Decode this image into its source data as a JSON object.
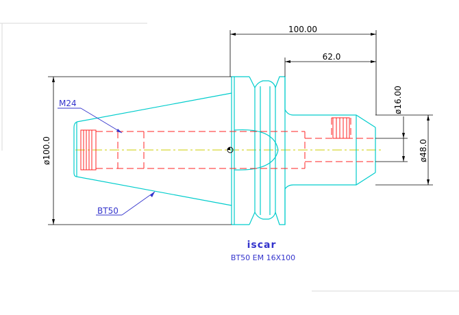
{
  "dimensions": {
    "overall_length": "100.00",
    "shank_length": "62.0",
    "bore_diameter": "ø16.00",
    "shank_diameter": "ø48.0",
    "flange_diameter": "ø100.0"
  },
  "callouts": {
    "thread": "M24",
    "taper": "BT50"
  },
  "title_block": {
    "logo": "iscar",
    "designation": "BT50 EM 16X100"
  },
  "colors": {
    "outline": "#00cccc",
    "hidden": "#ff2020",
    "dimension": "#000000",
    "callout": "#3333cc",
    "centerline": "#cccc00"
  }
}
